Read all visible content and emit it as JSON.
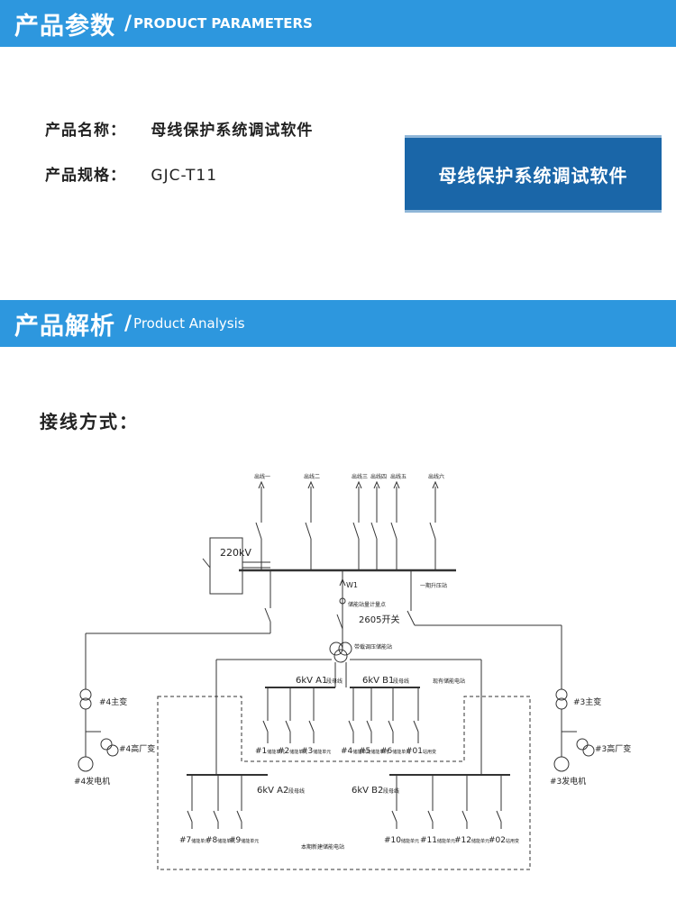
{
  "params_header": {
    "title": "产品参数",
    "slash": "/",
    "subtitle": "PRODUCT PARAMETERS"
  },
  "params": {
    "name_label": "产品名称：",
    "name_value": "母线保护系统调试软件",
    "model_label": "产品规格：",
    "model_value": "GJC-T11"
  },
  "product_box": "母线保护系统调试软件",
  "analysis_header": {
    "title": "产品解析",
    "slash": "/",
    "subtitle": "Product Analysis"
  },
  "wiring_label": "接线方式：",
  "diagram": {
    "feeders": [
      "出线一",
      "出线二",
      "出线三",
      "出线四",
      "出线五",
      "出线六"
    ],
    "bus_220": "220kV",
    "w1": "W1",
    "gis": "一期升压站",
    "meter": "储能站量计量点",
    "breaker_2605": "2605开关",
    "trans_center": "带载调压储能站",
    "bus_a1_name": "6kV A1",
    "bus_a1_tag": "段母线",
    "bus_b1_name": "6kV B1",
    "bus_b1_tag": "段母线",
    "existing": "现有储能电站",
    "main_tr_4": "#4主变",
    "aux_tr_4": "#4高厂变",
    "gen_4": "#4发电机",
    "main_tr_3": "#3主变",
    "aux_tr_3": "#3高厂变",
    "gen_3": "#3发电机",
    "units_top": [
      {
        "n": "#1",
        "d": "储能单元"
      },
      {
        "n": "#2",
        "d": "储能单元"
      },
      {
        "n": "#3",
        "d": "储能单元"
      },
      {
        "n": "#4",
        "d": "储能单元"
      },
      {
        "n": "#5",
        "d": "储能单元"
      },
      {
        "n": "#6",
        "d": "储能单元"
      },
      {
        "n": "#01",
        "d": "站用变"
      }
    ],
    "bus_a2_name": "6kV A2",
    "bus_a2_tag": "段母线",
    "bus_b2_name": "6kV B2",
    "bus_b2_tag": "段母线",
    "units_bottom": [
      {
        "n": "#7",
        "d": "储能单元"
      },
      {
        "n": "#8",
        "d": "储能单元"
      },
      {
        "n": "#9",
        "d": "储能单元"
      },
      {
        "n": "#10",
        "d": "储能单元"
      },
      {
        "n": "#11",
        "d": "储能单元"
      },
      {
        "n": "#12",
        "d": "储能单元"
      },
      {
        "n": "#02",
        "d": "站用变"
      }
    ],
    "new_station": "本期新建储能电站"
  }
}
